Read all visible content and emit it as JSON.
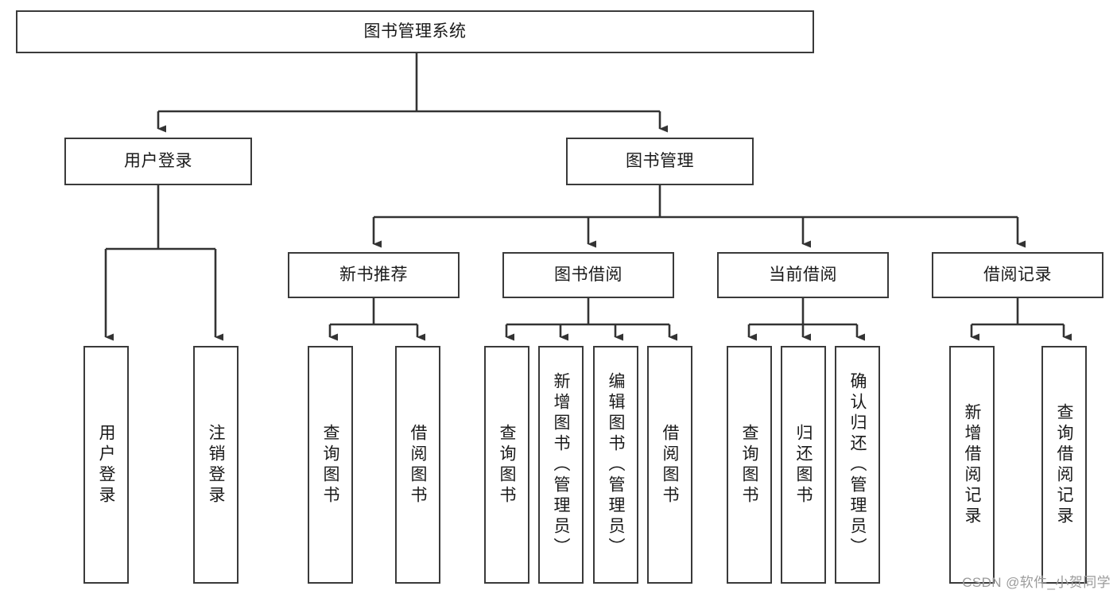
{
  "diagram": {
    "title": "图书管理系统",
    "type": "tree-hierarchy-diagram",
    "colors": {
      "box_border": "#3a3a3a",
      "box_fill": "#ffffff",
      "connector": "#333333",
      "text": "#1a1a1a",
      "watermark": "#9b9b9b",
      "background": "#ffffff"
    },
    "root": {
      "label": "图书管理系统"
    },
    "level2": [
      {
        "label": "用户登录"
      },
      {
        "label": "图书管理"
      }
    ],
    "level3": [
      {
        "label": "新书推荐"
      },
      {
        "label": "图书借阅"
      },
      {
        "label": "当前借阅"
      },
      {
        "label": "借阅记录"
      }
    ],
    "leaves": {
      "user_login": [
        {
          "label": "用户登录"
        },
        {
          "label": "注销登录"
        }
      ],
      "new_book_recommend": [
        {
          "label": "查询图书"
        },
        {
          "label": "借阅图书"
        }
      ],
      "book_borrow": [
        {
          "label": "查询图书"
        },
        {
          "label": "新增图书（管理员）"
        },
        {
          "label": "编辑图书（管理员）"
        },
        {
          "label": "借阅图书"
        }
      ],
      "current_borrow": [
        {
          "label": "查询图书"
        },
        {
          "label": "归还图书"
        },
        {
          "label": "确认归还（管理员）"
        }
      ],
      "borrow_record": [
        {
          "label": "新增借阅记录"
        },
        {
          "label": "查询借阅记录"
        }
      ]
    }
  },
  "watermark": {
    "text": "CSDN @软件_小贺同学"
  }
}
